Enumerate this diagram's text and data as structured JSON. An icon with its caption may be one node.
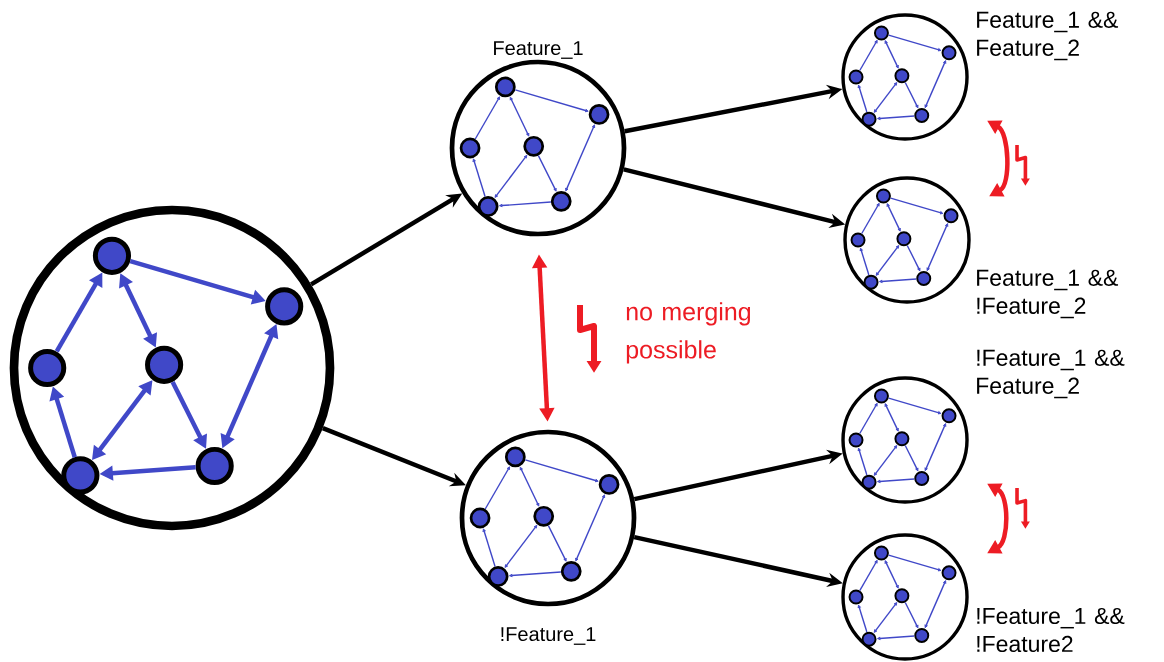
{
  "diagram": {
    "nodes": [
      {
        "text": [],
        "shape": "circle"
      },
      {
        "text": [],
        "shape": "circle",
        "in": 0
      },
      {
        "text": [],
        "shape": "circle",
        "in": 0
      },
      {
        "text": [],
        "shape": "circle",
        "in": 0
      },
      {
        "text": [],
        "shape": "circle",
        "in": 0
      },
      {
        "text": [],
        "shape": "circle",
        "in": 0
      },
      {
        "text": [],
        "shape": "circle",
        "in": 0
      },
      {
        "text": [
          "Feature_1"
        ]
      },
      {
        "text": [],
        "shape": "circle",
        "in": 7
      },
      {
        "text": [],
        "shape": "circle",
        "in": 7
      },
      {
        "text": [],
        "shape": "circle",
        "in": 7
      },
      {
        "text": [],
        "shape": "circle",
        "in": 7
      },
      {
        "text": [],
        "shape": "circle",
        "in": 7
      },
      {
        "text": [],
        "shape": "circle",
        "in": 7
      },
      {
        "text": [
          "!Feature_1"
        ]
      },
      {
        "text": [],
        "shape": "circle",
        "in": 14
      },
      {
        "text": [],
        "shape": "circle",
        "in": 14
      },
      {
        "text": [],
        "shape": "circle",
        "in": 14
      },
      {
        "text": [],
        "shape": "circle",
        "in": 14
      },
      {
        "text": [],
        "shape": "circle",
        "in": 14
      },
      {
        "text": [],
        "shape": "circle",
        "in": 14
      },
      {
        "text": [
          "Feature_1 && Feature_2"
        ]
      },
      {
        "text": [],
        "shape": "circle",
        "in": 21
      },
      {
        "text": [],
        "shape": "circle",
        "in": 21
      },
      {
        "text": [],
        "shape": "circle",
        "in": 21
      },
      {
        "text": [],
        "shape": "circle",
        "in": 21
      },
      {
        "text": [],
        "shape": "circle",
        "in": 21
      },
      {
        "text": [],
        "shape": "circle",
        "in": 21
      },
      {
        "text": [
          "Feature_1 && !Feature_2"
        ]
      },
      {
        "text": [],
        "shape": "circle",
        "in": 28
      },
      {
        "text": [],
        "shape": "circle",
        "in": 28
      },
      {
        "text": [],
        "shape": "circle",
        "in": 28
      },
      {
        "text": [],
        "shape": "circle",
        "in": 28
      },
      {
        "text": [],
        "shape": "circle",
        "in": 28
      },
      {
        "text": [],
        "shape": "circle",
        "in": 28
      },
      {
        "text": [
          "!Feature_1 && Feature_2"
        ]
      },
      {
        "text": [],
        "shape": "circle",
        "in": 35
      },
      {
        "text": [],
        "shape": "circle",
        "in": 35
      },
      {
        "text": [],
        "shape": "circle",
        "in": 35
      },
      {
        "text": [],
        "shape": "circle",
        "in": 35
      },
      {
        "text": [],
        "shape": "circle",
        "in": 35
      },
      {
        "text": [],
        "shape": "circle",
        "in": 35
      },
      {
        "text": [
          "!Feature_1 && !Feature2"
        ]
      },
      {
        "text": [],
        "shape": "circle",
        "in": 42
      },
      {
        "text": [],
        "shape": "circle",
        "in": 42
      },
      {
        "text": [],
        "shape": "circle",
        "in": 42
      },
      {
        "text": [],
        "shape": "circle",
        "in": 42
      },
      {
        "text": [],
        "shape": "circle",
        "in": 42
      },
      {
        "text": [],
        "shape": "circle",
        "in": 42
      }
    ],
    "edges": [
      {
        "from": 1,
        "to": 2,
        "arrow": "to",
        "style": "thick"
      },
      {
        "from": 3,
        "to": 1,
        "arrow": "to",
        "style": "thick"
      },
      {
        "from": 1,
        "to": 4,
        "arrow": "both",
        "style": "thick"
      },
      {
        "from": 5,
        "to": 3,
        "arrow": "to",
        "style": "thick"
      },
      {
        "from": 4,
        "to": 5,
        "arrow": "both",
        "style": "thick"
      },
      {
        "from": 4,
        "to": 6,
        "arrow": "to",
        "style": "thick"
      },
      {
        "from": 2,
        "to": 6,
        "arrow": "both",
        "style": "thick"
      },
      {
        "from": 6,
        "to": 5,
        "arrow": "to",
        "style": "thick"
      },
      {
        "from": 8,
        "to": 9,
        "arrow": "to"
      },
      {
        "from": 10,
        "to": 8,
        "arrow": "to"
      },
      {
        "from": 8,
        "to": 11,
        "arrow": "both"
      },
      {
        "from": 12,
        "to": 10,
        "arrow": "to"
      },
      {
        "from": 11,
        "to": 12,
        "arrow": "both"
      },
      {
        "from": 11,
        "to": 13,
        "arrow": "to"
      },
      {
        "from": 9,
        "to": 13,
        "arrow": "both"
      },
      {
        "from": 13,
        "to": 12,
        "arrow": "to"
      },
      {
        "from": 15,
        "to": 16,
        "arrow": "to"
      },
      {
        "from": 17,
        "to": 15,
        "arrow": "to"
      },
      {
        "from": 15,
        "to": 18,
        "arrow": "both"
      },
      {
        "from": 19,
        "to": 17,
        "arrow": "to"
      },
      {
        "from": 18,
        "to": 19,
        "arrow": "both"
      },
      {
        "from": 18,
        "to": 20,
        "arrow": "to"
      },
      {
        "from": 16,
        "to": 20,
        "arrow": "both"
      },
      {
        "from": 20,
        "to": 19,
        "arrow": "to"
      },
      {
        "from": 22,
        "to": 23,
        "arrow": "to"
      },
      {
        "from": 24,
        "to": 22,
        "arrow": "to"
      },
      {
        "from": 22,
        "to": 25,
        "arrow": "both"
      },
      {
        "from": 26,
        "to": 24,
        "arrow": "to"
      },
      {
        "from": 25,
        "to": 26,
        "arrow": "both"
      },
      {
        "from": 25,
        "to": 27,
        "arrow": "to"
      },
      {
        "from": 23,
        "to": 27,
        "arrow": "both"
      },
      {
        "from": 27,
        "to": 26,
        "arrow": "to"
      },
      {
        "from": 29,
        "to": 30,
        "arrow": "to"
      },
      {
        "from": 31,
        "to": 29,
        "arrow": "to"
      },
      {
        "from": 29,
        "to": 32,
        "arrow": "both"
      },
      {
        "from": 33,
        "to": 31,
        "arrow": "to"
      },
      {
        "from": 32,
        "to": 33,
        "arrow": "both"
      },
      {
        "from": 32,
        "to": 34,
        "arrow": "to"
      },
      {
        "from": 30,
        "to": 34,
        "arrow": "both"
      },
      {
        "from": 34,
        "to": 33,
        "arrow": "to"
      },
      {
        "from": 36,
        "to": 37,
        "arrow": "to"
      },
      {
        "from": 38,
        "to": 36,
        "arrow": "to"
      },
      {
        "from": 36,
        "to": 39,
        "arrow": "both"
      },
      {
        "from": 40,
        "to": 38,
        "arrow": "to"
      },
      {
        "from": 39,
        "to": 40,
        "arrow": "both"
      },
      {
        "from": 39,
        "to": 41,
        "arrow": "to"
      },
      {
        "from": 37,
        "to": 41,
        "arrow": "both"
      },
      {
        "from": 41,
        "to": 40,
        "arrow": "to"
      },
      {
        "from": 43,
        "to": 44,
        "arrow": "to"
      },
      {
        "from": 45,
        "to": 43,
        "arrow": "to"
      },
      {
        "from": 43,
        "to": 46,
        "arrow": "both"
      },
      {
        "from": 47,
        "to": 45,
        "arrow": "to"
      },
      {
        "from": 46,
        "to": 47,
        "arrow": "both"
      },
      {
        "from": 46,
        "to": 48,
        "arrow": "to"
      },
      {
        "from": 44,
        "to": 48,
        "arrow": "both"
      },
      {
        "from": 48,
        "to": 47,
        "arrow": "to"
      },
      {
        "from": 0,
        "to": 7,
        "arrow": "to",
        "style": "thick",
        "color": "#000000"
      },
      {
        "from": 0,
        "to": 14,
        "arrow": "to",
        "style": "thick",
        "color": "#000000"
      },
      {
        "from": 7,
        "to": 21,
        "arrow": "to",
        "style": "thick",
        "color": "#000000"
      },
      {
        "from": 7,
        "to": 28,
        "arrow": "to",
        "style": "thick",
        "color": "#000000"
      },
      {
        "from": 14,
        "to": 35,
        "arrow": "to",
        "style": "thick",
        "color": "#000000"
      },
      {
        "from": 14,
        "to": 42,
        "arrow": "to",
        "style": "thick",
        "color": "#000000"
      },
      {
        "from": 7,
        "to": 14,
        "arrow": "both",
        "style": "thick",
        "color": "#ed1c24"
      },
      {
        "from": 21,
        "to": 28,
        "arrow": "both",
        "style": "thick",
        "color": "#ed1c24"
      },
      {
        "from": 35,
        "to": 42,
        "arrow": "both",
        "style": "thick",
        "color": "#ed1c24"
      }
    ],
    "labels": [
      "no merging possible"
    ]
  }
}
